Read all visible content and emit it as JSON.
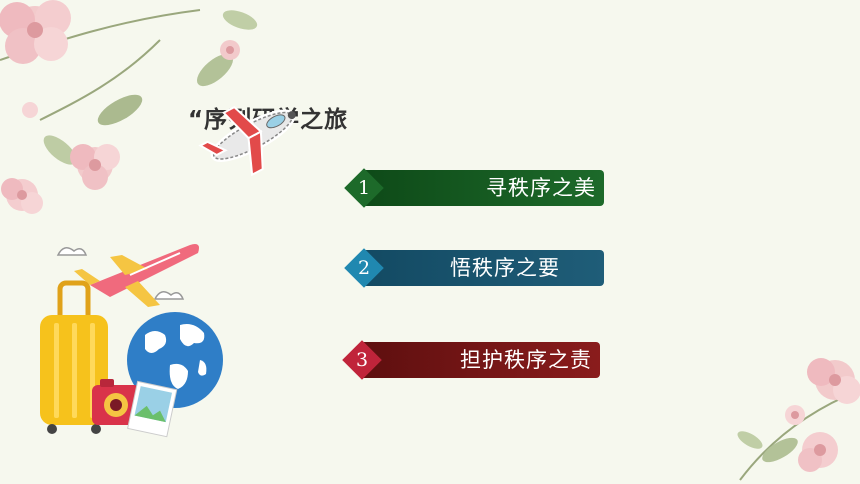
{
  "title": "“序列研学之旅",
  "menu": [
    {
      "num": "1",
      "label": "寻秩序之美",
      "color": "#1d6a2a"
    },
    {
      "num": "2",
      "label": "悟秩序之要",
      "color": "#1f5d78"
    },
    {
      "num": "3",
      "label": "担护秩序之责",
      "color": "#8a1c1c"
    }
  ],
  "colors": {
    "background": "#f6f8ee",
    "green": "#1d6a2a",
    "teal": "#1f5d78",
    "red": "#8a1c1c"
  },
  "icons": [
    "flower-decoration-icon",
    "airplane-sticker-icon",
    "airplane-icon",
    "suitcase-icon",
    "globe-icon",
    "camera-icon",
    "cloud-icon"
  ]
}
